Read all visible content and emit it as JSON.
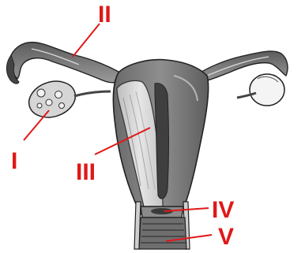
{
  "colors": {
    "label": "#e01818",
    "leader": "#e01818",
    "tissue_dark": "#5a5a5a",
    "tissue_mid": "#8c8c8c",
    "tissue_light": "#d8d8d8",
    "outline": "#222222"
  },
  "labels": {
    "one": "I",
    "two": "II",
    "three": "III",
    "four": "IV",
    "five": "V"
  }
}
